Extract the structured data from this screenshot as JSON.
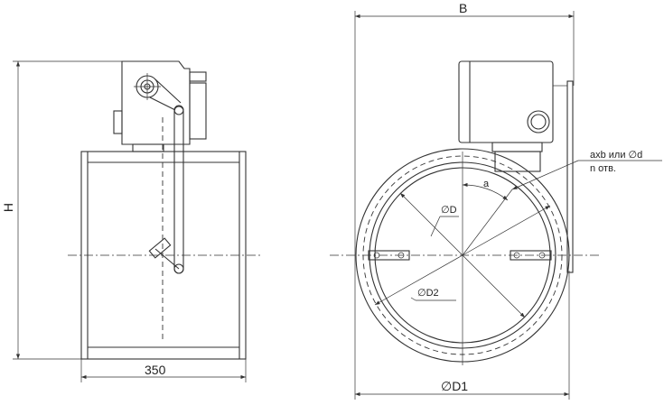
{
  "labels": {
    "height": "H",
    "length": "350",
    "width": "B",
    "outer_diameter": "∅D1",
    "inner_diameter": "∅D",
    "bolt_diameter": "∅D2",
    "angle": "a",
    "hole_size": "axb  или ∅d",
    "hole_count": "n отв."
  }
}
